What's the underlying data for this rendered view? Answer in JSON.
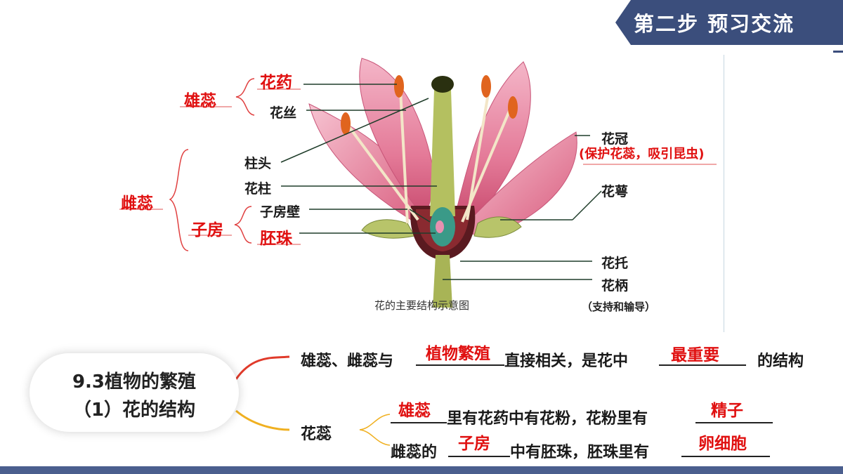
{
  "header": {
    "step_title": "第二步  预习交流",
    "color": "#3b4e7c"
  },
  "diagram": {
    "caption": "花的主要结构示意图",
    "stamen": {
      "label": "雄蕊",
      "anther": "花药",
      "filament": "花丝"
    },
    "pistil": {
      "label": "雌蕊",
      "stigma": "柱头",
      "style": "花柱",
      "ovary": "子房",
      "ovary_wall": "子房壁",
      "ovule": "胚珠"
    },
    "corolla": {
      "label": "花冠",
      "note": "(保护花蕊，吸引昆虫)"
    },
    "sepal": "花萼",
    "receptacle": "花托",
    "pedicel": "花柄",
    "pedicel_note": "（支持和输导）"
  },
  "mindmap": {
    "topic_line1": "9.3植物的繁殖",
    "topic_line2": "（1）花的结构",
    "branch1": {
      "part1": "雄蕊、雌蕊与",
      "answer1": "植物繁殖",
      "part2": "直接相关，是花中",
      "answer2": "最重要",
      "part3": "的结构"
    },
    "branch2": {
      "label": "花蕊",
      "line1_answer1": "雄蕊",
      "line1_part1": "里有花药中有花粉，花粉里有",
      "line1_answer2": "精子",
      "line2_part1": "雌蕊的",
      "line2_answer1": "子房",
      "line2_part2": "中有胚珠，胚珠里有",
      "line2_answer2": "卵细胞"
    }
  },
  "colors": {
    "answer_red": "#e01010",
    "bar_blue": "#4b5f8e",
    "branch_red": "#e03a2a",
    "branch_yellow": "#f0b020"
  }
}
